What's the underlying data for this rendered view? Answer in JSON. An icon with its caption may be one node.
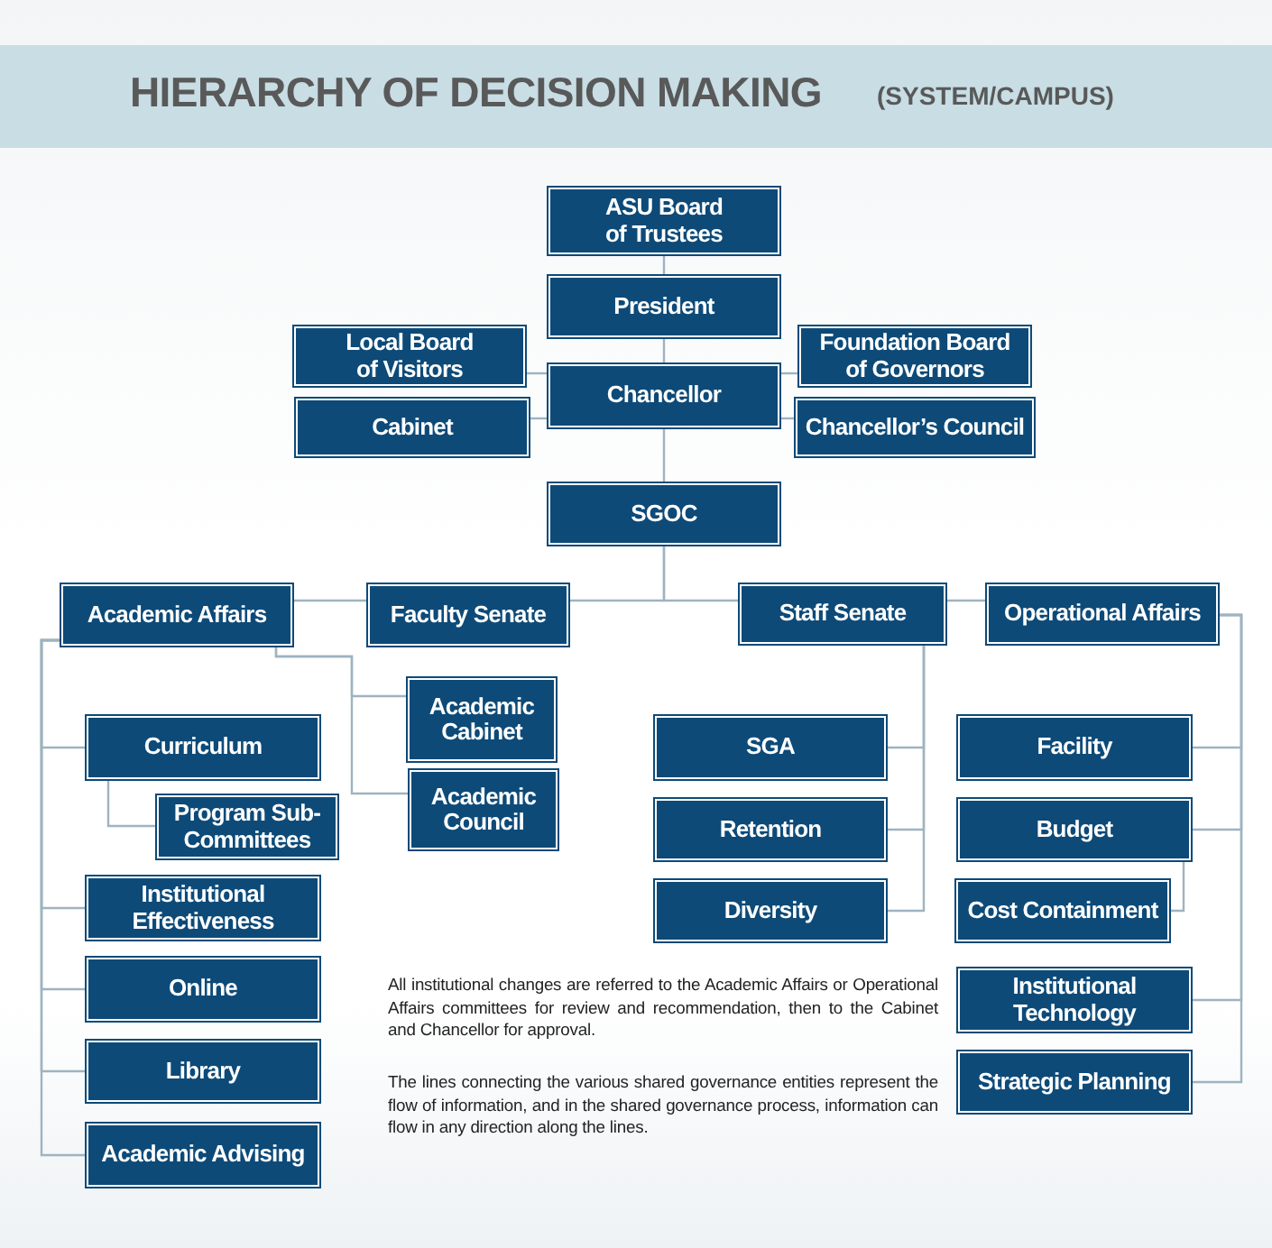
{
  "diagram": {
    "title": "HIERARCHY OF DECISION MAKING",
    "nodes": [
      {
        "text": [
          "ASU Board of Trustees"
        ]
      },
      {
        "text": [
          "President"
        ]
      },
      {
        "text": [
          "Local Board of Visitors"
        ]
      },
      {
        "text": [
          "Foundation Board of Governors"
        ]
      },
      {
        "text": [
          "Chancellor"
        ]
      },
      {
        "text": [
          "Cabinet"
        ]
      },
      {
        "text": [
          "Chancellor’s Council"
        ]
      },
      {
        "text": [
          "SGOC"
        ]
      },
      {
        "text": [
          "Academic Affairs"
        ]
      },
      {
        "text": [
          "Faculty Senate"
        ]
      },
      {
        "text": [
          "Staff Senate"
        ]
      },
      {
        "text": [
          "Operational Affairs"
        ]
      },
      {
        "text": [
          "Academic Cabinet"
        ]
      },
      {
        "text": [
          "Academic Council"
        ]
      },
      {
        "text": [
          "Curriculum"
        ]
      },
      {
        "text": [
          "Program Sub-Committees"
        ]
      },
      {
        "text": [
          "Institutional Effectiveness"
        ]
      },
      {
        "text": [
          "Online"
        ]
      },
      {
        "text": [
          "Library"
        ]
      },
      {
        "text": [
          "Academic Advising"
        ]
      },
      {
        "text": [
          "SGA"
        ]
      },
      {
        "text": [
          "Retention"
        ]
      },
      {
        "text": [
          "Diversity"
        ]
      },
      {
        "text": [
          "Facility"
        ]
      },
      {
        "text": [
          "Budget"
        ]
      },
      {
        "text": [
          "Cost Containment"
        ]
      },
      {
        "text": [
          "Institutional Technology"
        ]
      },
      {
        "text": [
          "Strategic Planning"
        ]
      }
    ],
    "edges": [
      {
        "from": 0,
        "to": 1,
        "arrow": "none"
      },
      {
        "from": 1,
        "to": 4,
        "arrow": "none"
      },
      {
        "from": 2,
        "to": 4,
        "arrow": "none"
      },
      {
        "from": 5,
        "to": 4,
        "arrow": "none"
      },
      {
        "from": 3,
        "to": 4,
        "arrow": "none"
      },
      {
        "from": 6,
        "to": 4,
        "arrow": "none"
      },
      {
        "from": 4,
        "to": 7,
        "arrow": "none"
      },
      {
        "from": 7,
        "to": 9,
        "arrow": "none"
      },
      {
        "from": 7,
        "to": 10,
        "arrow": "none"
      },
      {
        "from": 8,
        "to": 9,
        "arrow": "none"
      },
      {
        "from": 10,
        "to": 11,
        "arrow": "none"
      },
      {
        "from": 8,
        "to": 14,
        "arrow": "none"
      },
      {
        "from": 8,
        "to": 16,
        "arrow": "none"
      },
      {
        "from": 8,
        "to": 17,
        "arrow": "none"
      },
      {
        "from": 8,
        "to": 18,
        "arrow": "none"
      },
      {
        "from": 8,
        "to": 19,
        "arrow": "none"
      },
      {
        "from": 14,
        "to": 15,
        "arrow": "none"
      },
      {
        "from": 8,
        "to": 12,
        "arrow": "none"
      },
      {
        "from": 8,
        "to": 13,
        "arrow": "none"
      },
      {
        "from": 10,
        "to": 20,
        "arrow": "none"
      },
      {
        "from": 10,
        "to": 21,
        "arrow": "none"
      },
      {
        "from": 10,
        "to": 22,
        "arrow": "none"
      },
      {
        "from": 11,
        "to": 23,
        "arrow": "none"
      },
      {
        "from": 11,
        "to": 24,
        "arrow": "none"
      },
      {
        "from": 11,
        "to": 26,
        "arrow": "none"
      },
      {
        "from": 11,
        "to": 27,
        "arrow": "none"
      },
      {
        "from": 24,
        "to": 25,
        "arrow": "none"
      }
    ],
    "labels": [
      "(SYSTEM/CAMPUS)",
      "All institutional changes are referred to the Academic Affairs or Operational Affairs committees for review and recommendation, then to the Cabinet and Chancellor for approval.",
      "The lines connecting the various shared governance entities represent the flow of information, and in the shared governance process, information can flow in any direction along the lines."
    ]
  }
}
